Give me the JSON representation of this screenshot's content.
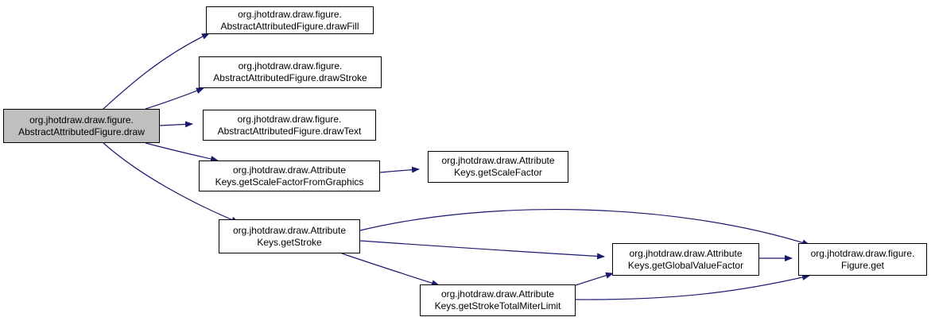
{
  "colors": {
    "edge": "#191970",
    "root_fill": "#bfbfbf",
    "node_fill": "#ffffff",
    "node_border": "#000000"
  },
  "nodes": {
    "draw": {
      "line1": "org.jhotdraw.draw.figure.",
      "line2": "AbstractAttributedFigure.draw"
    },
    "drawFill": {
      "line1": "org.jhotdraw.draw.figure.",
      "line2": "AbstractAttributedFigure.drawFill"
    },
    "drawStroke": {
      "line1": "org.jhotdraw.draw.figure.",
      "line2": "AbstractAttributedFigure.drawStroke"
    },
    "drawText": {
      "line1": "org.jhotdraw.draw.figure.",
      "line2": "AbstractAttributedFigure.drawText"
    },
    "getScaleFactorFromGraphics": {
      "line1": "org.jhotdraw.draw.Attribute",
      "line2": "Keys.getScaleFactorFromGraphics"
    },
    "getScaleFactor": {
      "line1": "org.jhotdraw.draw.Attribute",
      "line2": "Keys.getScaleFactor"
    },
    "getStroke": {
      "line1": "org.jhotdraw.draw.Attribute",
      "line2": "Keys.getStroke"
    },
    "getGlobalValueFactor": {
      "line1": "org.jhotdraw.draw.Attribute",
      "line2": "Keys.getGlobalValueFactor"
    },
    "figureGet": {
      "line1": "org.jhotdraw.draw.figure.",
      "line2": "Figure.get"
    },
    "getStrokeTotalMiterLimit": {
      "line1": "org.jhotdraw.draw.Attribute",
      "line2": "Keys.getStrokeTotalMiterLimit"
    }
  },
  "edges": [
    {
      "from": "draw",
      "to": "drawFill"
    },
    {
      "from": "draw",
      "to": "drawStroke"
    },
    {
      "from": "draw",
      "to": "drawText"
    },
    {
      "from": "draw",
      "to": "getScaleFactorFromGraphics"
    },
    {
      "from": "draw",
      "to": "getStroke"
    },
    {
      "from": "getScaleFactorFromGraphics",
      "to": "getScaleFactor"
    },
    {
      "from": "getStroke",
      "to": "figureGet"
    },
    {
      "from": "getStroke",
      "to": "getGlobalValueFactor"
    },
    {
      "from": "getStroke",
      "to": "getStrokeTotalMiterLimit"
    },
    {
      "from": "getGlobalValueFactor",
      "to": "figureGet"
    },
    {
      "from": "getStrokeTotalMiterLimit",
      "to": "getGlobalValueFactor"
    },
    {
      "from": "getStrokeTotalMiterLimit",
      "to": "figureGet"
    }
  ]
}
